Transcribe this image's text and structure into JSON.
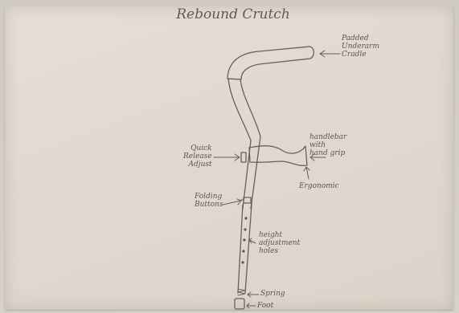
{
  "title": "Rebound Crutch",
  "labels": {
    "cradle": "Padded\nUnderarm\nCradle",
    "quick_release": "Quick\nRelease\nAdjust",
    "handlebar": "handlebar\nwith\nhand grip",
    "ergonomic": "Ergonomic",
    "folding": "Folding\nButtons",
    "height": "height\nadjustment\nholes",
    "spring": "Spring",
    "foot": "Foot"
  }
}
